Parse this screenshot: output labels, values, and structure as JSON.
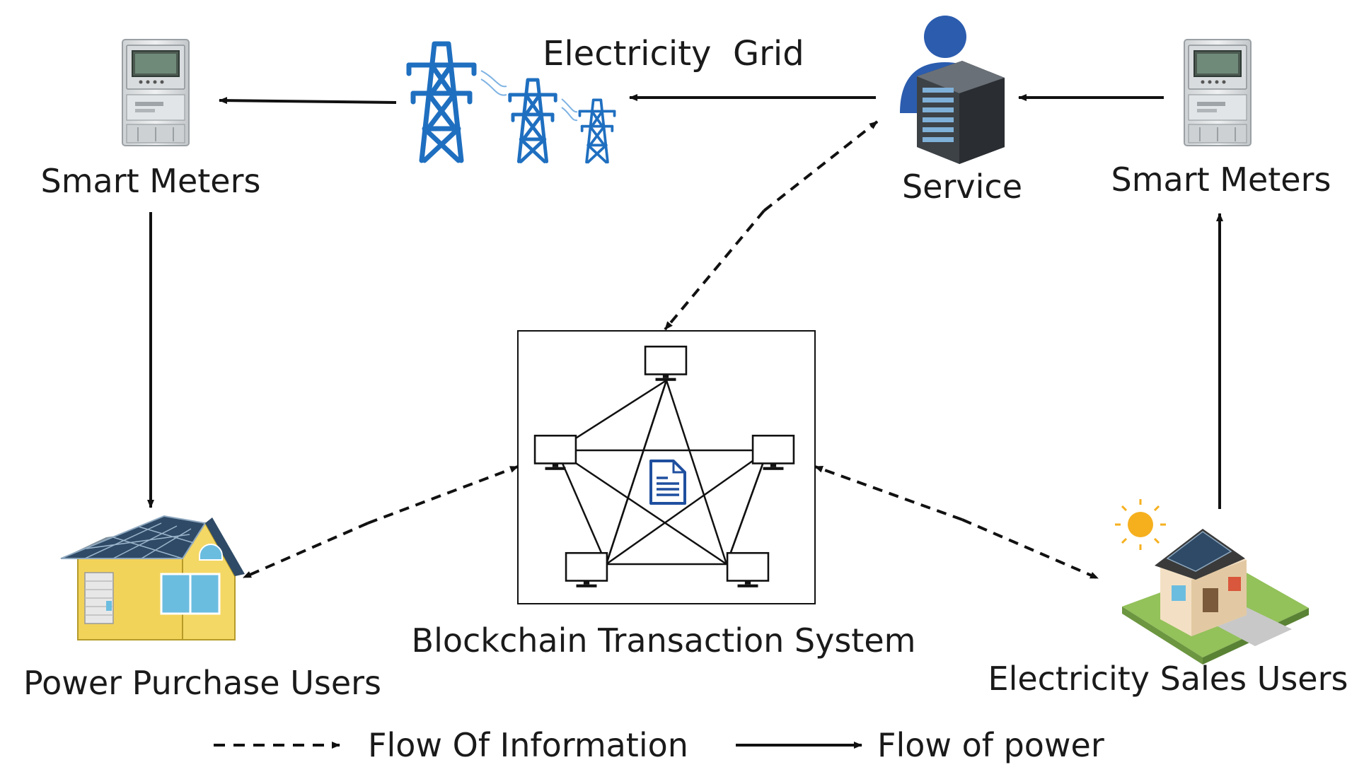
{
  "labels": {
    "electricity_grid": "Electricity  Grid",
    "smart_meters_left": "Smart Meters",
    "smart_meters_right": "Smart Meters",
    "service": "Service",
    "blockchain": "Blockchain Transaction System",
    "power_purchase_users": "Power Purchase Users",
    "electricity_sales_users": "Electricity Sales Users"
  },
  "legend": {
    "information": "Flow Of Information",
    "power": "Flow of power"
  },
  "colors": {
    "tower": "#1f6fc0",
    "service_person": "#2b5cae",
    "document": "#1f4f9f",
    "arrow": "#111111"
  },
  "icons": {
    "grid": "transmission-tower-icon",
    "meter": "smart-meter-icon",
    "service": "server-person-icon",
    "buyer_house": "solar-house-icon",
    "seller_house": "solar-home-icon",
    "ledger": "document-icon",
    "node": "monitor-node-icon"
  }
}
